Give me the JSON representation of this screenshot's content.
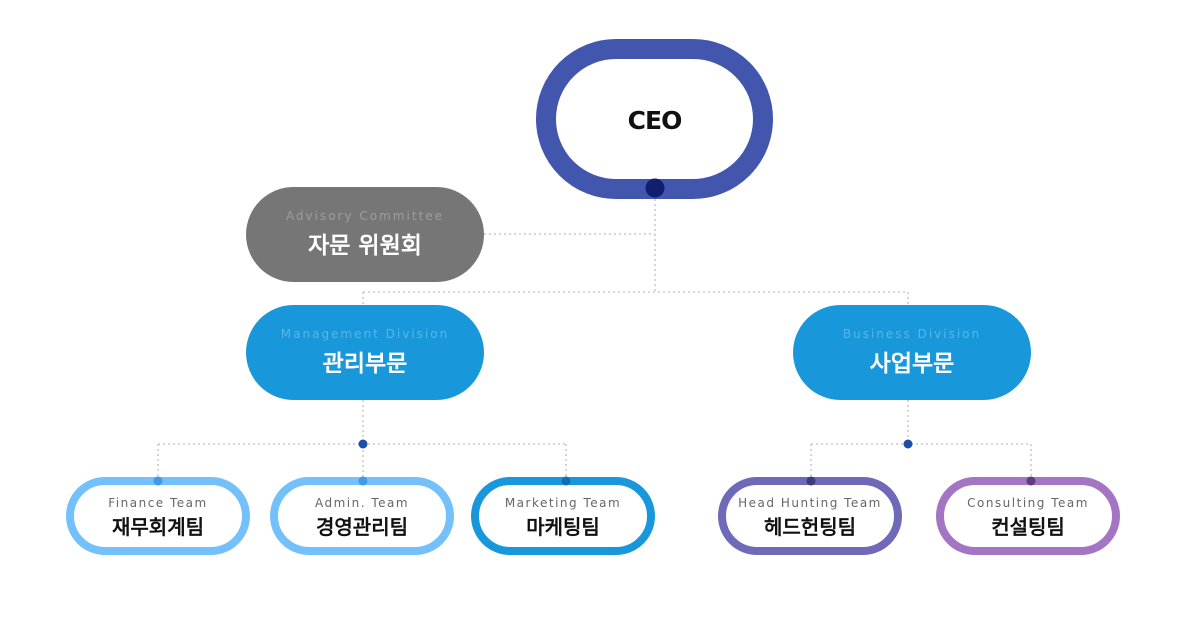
{
  "org_chart": {
    "ceo": {
      "label": "CEO",
      "color": "#4356AE",
      "dot_color": "#111F6E"
    },
    "advisory": {
      "sub_label": "Advisory Committee",
      "label": "자문 위원회",
      "color": "#767676"
    },
    "management": {
      "sub_label": "Management Division",
      "label": "관리부문",
      "color": "#1898DB"
    },
    "business": {
      "sub_label": "Business Division",
      "label": "사업부문",
      "color": "#1898DB"
    },
    "teams": {
      "finance": {
        "sub_label": "Finance Team",
        "label": "재무회계팀",
        "color": "#74C0FA"
      },
      "admin": {
        "sub_label": "Admin. Team",
        "label": "경영관리팀",
        "color": "#74C0FA"
      },
      "marketing": {
        "sub_label": "Marketing Team",
        "label": "마케팅팀",
        "color": "#1898DB"
      },
      "headhunting": {
        "sub_label": "Head Hunting Team",
        "label": "헤드헌팅팀",
        "color": "#6E69B8"
      },
      "consulting": {
        "sub_label": "Consulting Team",
        "label": "컨설팅팀",
        "color": "#A375C3"
      }
    },
    "connector_color": "#C8C8C8",
    "junction_color": "#1D4FA8"
  }
}
